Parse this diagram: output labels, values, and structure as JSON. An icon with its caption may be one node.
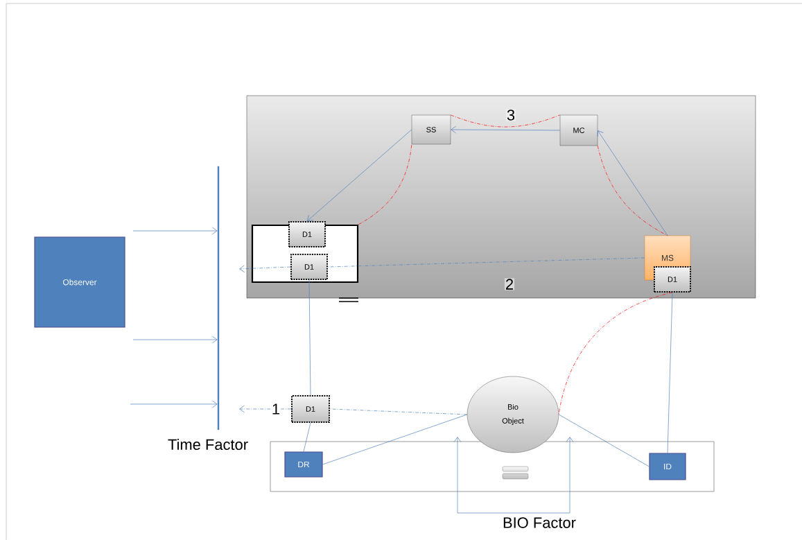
{
  "diagram": {
    "nodes": [
      {
        "text": [],
        "shape": "box"
      },
      {
        "text": [
          "SS"
        ],
        "in": 0
      },
      {
        "text": [
          "MC"
        ],
        "in": 0
      },
      {
        "text": [],
        "shape": "box",
        "in": 0
      },
      {
        "text": [
          "D1"
        ],
        "in": 3
      },
      {
        "text": [
          "D1"
        ],
        "in": 3
      },
      {
        "text": [
          "MS"
        ],
        "in": 0
      },
      {
        "text": [
          "D1"
        ],
        "in": 0
      },
      {
        "text": [
          "Observer"
        ]
      },
      {
        "text": [],
        "shape": "bar"
      },
      {
        "text": [
          "D1"
        ]
      },
      {
        "text": [],
        "shape": "box"
      },
      {
        "text": [
          "DR"
        ],
        "in": 11
      },
      {
        "text": [
          "ID"
        ],
        "in": 11
      },
      {
        "text": [
          "Bio Object"
        ]
      }
    ],
    "edges": [
      {
        "from": 2,
        "to": 1,
        "arrow": "to",
        "label": "3"
      },
      {
        "from": 1,
        "to": 4,
        "arrow": "to"
      },
      {
        "from": 6,
        "to": 2,
        "arrow": "to"
      },
      {
        "from": 3,
        "to": 1,
        "arrow": "none",
        "style": "dashed",
        "color": "#ff0000"
      },
      {
        "from": 1,
        "to": 2,
        "arrow": "none",
        "style": "dashed",
        "color": "#ff0000"
      },
      {
        "from": 2,
        "to": 6,
        "arrow": "none",
        "style": "dashed",
        "color": "#ff0000"
      },
      {
        "from": 7,
        "to": 14,
        "arrow": "none",
        "style": "dashed",
        "color": "#ff0000"
      },
      {
        "from": 6,
        "to": 5,
        "arrow": "none",
        "style": "dashed",
        "label": "2"
      },
      {
        "from": 5,
        "to": null,
        "arrow": "to",
        "style": "dashed"
      },
      {
        "from": 14,
        "to": 10,
        "arrow": "none",
        "style": "dashed"
      },
      {
        "from": 10,
        "to": null,
        "arrow": "to",
        "style": "dashed",
        "label": "1"
      },
      {
        "from": 5,
        "to": 10,
        "arrow": "none"
      },
      {
        "from": 10,
        "to": 12,
        "arrow": "none"
      },
      {
        "from": 13,
        "to": 7,
        "arrow": "none"
      },
      {
        "from": 12,
        "to": 14,
        "arrow": "none"
      },
      {
        "from": 14,
        "to": 13,
        "arrow": "none"
      },
      {
        "from": null,
        "to": 9,
        "arrow": "to"
      },
      {
        "from": null,
        "to": 9,
        "arrow": "to"
      },
      {
        "from": null,
        "to": 9,
        "arrow": "to"
      },
      {
        "from": 14,
        "to": 14,
        "arrow": "both"
      }
    ],
    "labels": [
      "Time Factor",
      "BIO Factor"
    ]
  }
}
